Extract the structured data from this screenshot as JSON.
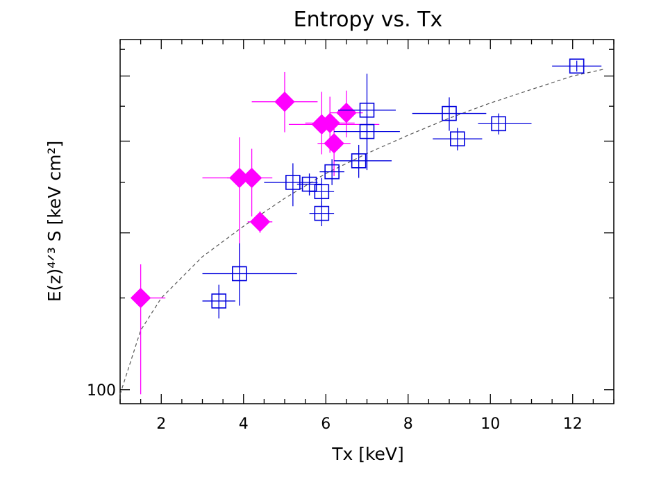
{
  "chart_data": {
    "type": "scatter",
    "title": "Entropy vs. Tx",
    "xlabel": "Tx [keV]",
    "ylabel": "E(z)⁴ᐟ³ S [keV cm²]",
    "xlim": [
      1,
      13
    ],
    "ylim": [
      94,
      470
    ],
    "y_scale": "log",
    "x_ticks": [
      2,
      4,
      6,
      8,
      10,
      12
    ],
    "y_tick_labels": [
      {
        "value": 100,
        "label": "100"
      }
    ],
    "grid": false,
    "series": [
      {
        "marker": "filled-diamond",
        "color": "#ff00ff",
        "points": [
          {
            "x": 1.5,
            "y": 150,
            "xerr": [
              0.0,
              0.6
            ],
            "yerr": [
              52,
              24
            ]
          },
          {
            "x": 3.9,
            "y": 255,
            "xerr": [
              0.9,
              0.5
            ],
            "yerr": [
              85,
              50
            ]
          },
          {
            "x": 4.2,
            "y": 255,
            "xerr": [
              0.6,
              0.5
            ],
            "yerr": [
              40,
              35
            ]
          },
          {
            "x": 4.4,
            "y": 210,
            "xerr": [
              0.3,
              0.3
            ],
            "yerr": [
              10,
              10
            ]
          },
          {
            "x": 5.0,
            "y": 357,
            "xerr": [
              0.8,
              0.8
            ],
            "yerr": [
              45,
              50
            ]
          },
          {
            "x": 5.9,
            "y": 323,
            "xerr": [
              0.8,
              1.4
            ],
            "yerr": [
              40,
              50
            ]
          },
          {
            "x": 6.1,
            "y": 325,
            "xerr": [
              0.6,
              0.6
            ],
            "yerr": [
              40,
              40
            ]
          },
          {
            "x": 6.2,
            "y": 297,
            "xerr": [
              0.4,
              0.4
            ],
            "yerr": [
              40,
              35
            ]
          },
          {
            "x": 6.5,
            "y": 340,
            "xerr": [
              0.4,
              0.4
            ],
            "yerr": [
              35,
              35
            ]
          }
        ]
      },
      {
        "marker": "open-square",
        "color": "#0000dd",
        "points": [
          {
            "x": 3.4,
            "y": 148,
            "xerr": [
              0.4,
              0.4
            ],
            "yerr": [
              11,
              11
            ]
          },
          {
            "x": 3.9,
            "y": 167,
            "xerr": [
              0.9,
              1.4
            ],
            "yerr": [
              22,
              24
            ]
          },
          {
            "x": 5.2,
            "y": 250,
            "xerr": [
              0.7,
              0.6
            ],
            "yerr": [
              25,
              22
            ]
          },
          {
            "x": 5.6,
            "y": 248,
            "xerr": [
              0.3,
              0.3
            ],
            "yerr": [
              12,
              12
            ]
          },
          {
            "x": 5.9,
            "y": 240,
            "xerr": [
              0.3,
              0.3
            ],
            "yerr": [
              15,
              15
            ]
          },
          {
            "x": 5.9,
            "y": 218,
            "xerr": [
              0.3,
              0.3
            ],
            "yerr": [
              12,
              12
            ]
          },
          {
            "x": 6.15,
            "y": 262,
            "xerr": [
              0.3,
              0.3
            ],
            "yerr": [
              15,
              15
            ]
          },
          {
            "x": 6.8,
            "y": 275,
            "xerr": [
              0.6,
              0.8
            ],
            "yerr": [
              20,
              20
            ]
          },
          {
            "x": 7.0,
            "y": 344,
            "xerr": [
              0.7,
              0.7
            ],
            "yerr": [
              80,
              60
            ]
          },
          {
            "x": 7.0,
            "y": 313,
            "xerr": [
              0.8,
              0.8
            ],
            "yerr": [
              25,
              25
            ]
          },
          {
            "x": 9.0,
            "y": 339,
            "xerr": [
              0.9,
              0.9
            ],
            "yerr": [
              25,
              25
            ]
          },
          {
            "x": 9.2,
            "y": 303,
            "xerr": [
              0.6,
              0.6
            ],
            "yerr": [
              15,
              15
            ]
          },
          {
            "x": 10.2,
            "y": 324,
            "xerr": [
              0.5,
              0.8
            ],
            "yerr": [
              15,
              15
            ]
          },
          {
            "x": 12.1,
            "y": 418,
            "xerr": [
              0.6,
              0.6
            ],
            "yerr": [
              10,
              10
            ]
          }
        ]
      }
    ],
    "fit_curve": {
      "style": "dashed",
      "color": "#555555",
      "points": [
        {
          "x": 1.0,
          "y": 98
        },
        {
          "x": 1.5,
          "y": 130
        },
        {
          "x": 2.0,
          "y": 150
        },
        {
          "x": 3.0,
          "y": 180
        },
        {
          "x": 4.0,
          "y": 206
        },
        {
          "x": 5.0,
          "y": 233
        },
        {
          "x": 6.0,
          "y": 260
        },
        {
          "x": 7.0,
          "y": 284
        },
        {
          "x": 8.0,
          "y": 308
        },
        {
          "x": 9.0,
          "y": 332
        },
        {
          "x": 10.0,
          "y": 355
        },
        {
          "x": 11.0,
          "y": 377
        },
        {
          "x": 12.0,
          "y": 400
        },
        {
          "x": 12.8,
          "y": 413
        }
      ]
    }
  }
}
